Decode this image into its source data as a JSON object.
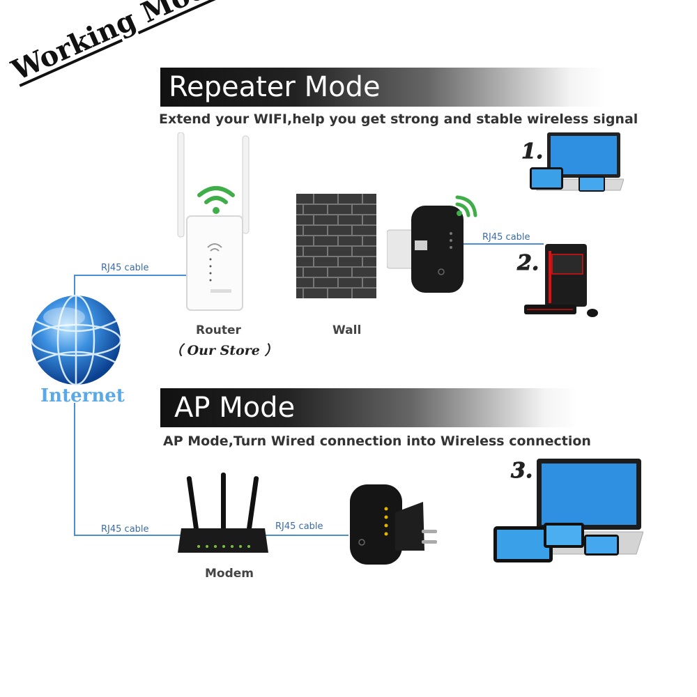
{
  "title": "Working Mode",
  "repeater": {
    "heading": "Repeater Mode",
    "subtitle": "Extend your WIFI,help you get strong and stable wireless signal",
    "router_label": "Router",
    "store_label": "（ Our Store ）",
    "wall_label": "Wall",
    "cable_left": "RJ45 cable",
    "cable_right": "RJ45 cable",
    "num1": "1.",
    "num2": "2."
  },
  "internet_label": "Internet",
  "ap": {
    "heading": "AP Mode",
    "subtitle": "AP Mode,Turn Wired connection into Wireless connection",
    "modem_label": "Modem",
    "cable_left": "RJ45 cable",
    "cable_right": "RJ45 cable",
    "num3": "3."
  },
  "colors": {
    "wifi_green": "#3fae49",
    "cable_blue": "#4a8fd6",
    "banner_dark": "#111111"
  }
}
